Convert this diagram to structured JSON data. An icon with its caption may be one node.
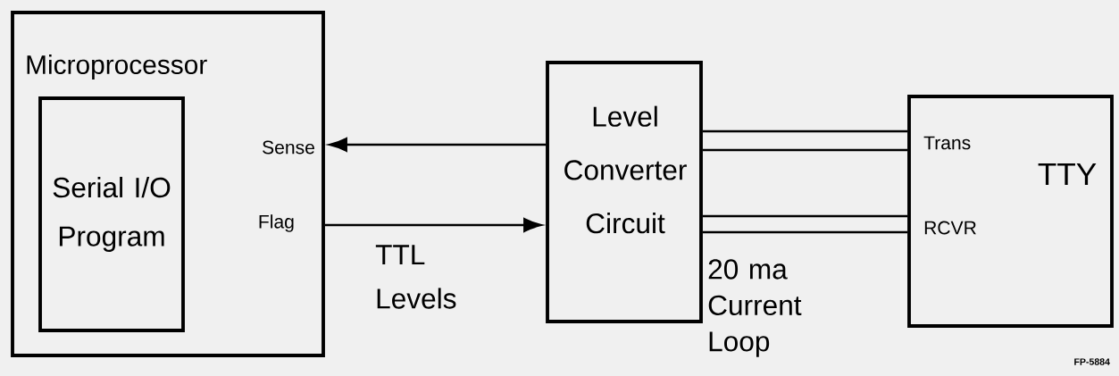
{
  "diagram": {
    "nodes": [
      {
        "text": [
          "Microprocessor",
          "Sense",
          "Flag"
        ]
      },
      {
        "text": [
          "Serial I/O Program"
        ],
        "in": 0
      },
      {
        "text": [
          "Level Converter Circuit"
        ]
      },
      {
        "text": [
          "Trans",
          "TTY",
          "RCVR"
        ]
      }
    ],
    "edges": [
      {
        "from": 2,
        "to": 0,
        "arrow": "to"
      },
      {
        "from": 0,
        "to": 2,
        "arrow": "to"
      },
      {
        "from": 2,
        "to": 3,
        "arrow": "none"
      },
      {
        "from": 2,
        "to": 3,
        "arrow": "none"
      },
      {
        "from": 2,
        "to": 3,
        "arrow": "none"
      },
      {
        "from": 2,
        "to": 3,
        "arrow": "none"
      }
    ],
    "labels": [
      "TTL Levels",
      "20 ma Current Loop",
      "FP-5884"
    ]
  }
}
